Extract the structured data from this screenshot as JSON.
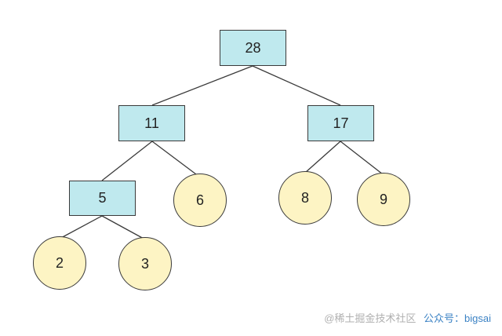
{
  "diagram": {
    "nodes": [
      {
        "id": "n28",
        "label": "28",
        "shape": "rect"
      },
      {
        "id": "n11",
        "label": "11",
        "shape": "rect"
      },
      {
        "id": "n17",
        "label": "17",
        "shape": "rect"
      },
      {
        "id": "n5",
        "label": "5",
        "shape": "rect"
      },
      {
        "id": "n6",
        "label": "6",
        "shape": "circle"
      },
      {
        "id": "n8",
        "label": "8",
        "shape": "circle"
      },
      {
        "id": "n9",
        "label": "9",
        "shape": "circle"
      },
      {
        "id": "n2",
        "label": "2",
        "shape": "circle"
      },
      {
        "id": "n3",
        "label": "3",
        "shape": "circle"
      }
    ],
    "edges": [
      {
        "from": "n28",
        "to": "n11"
      },
      {
        "from": "n28",
        "to": "n17"
      },
      {
        "from": "n11",
        "to": "n5"
      },
      {
        "from": "n11",
        "to": "n6"
      },
      {
        "from": "n17",
        "to": "n8"
      },
      {
        "from": "n17",
        "to": "n9"
      },
      {
        "from": "n5",
        "to": "n2"
      },
      {
        "from": "n5",
        "to": "n3"
      }
    ]
  },
  "colors": {
    "rect_fill": "#bfe9ee",
    "circle_fill": "#fdf4c4",
    "stroke": "#3a3a3a"
  },
  "watermark": {
    "site": "@稀土掘金技术社区",
    "account": "公众号：bigsai"
  }
}
